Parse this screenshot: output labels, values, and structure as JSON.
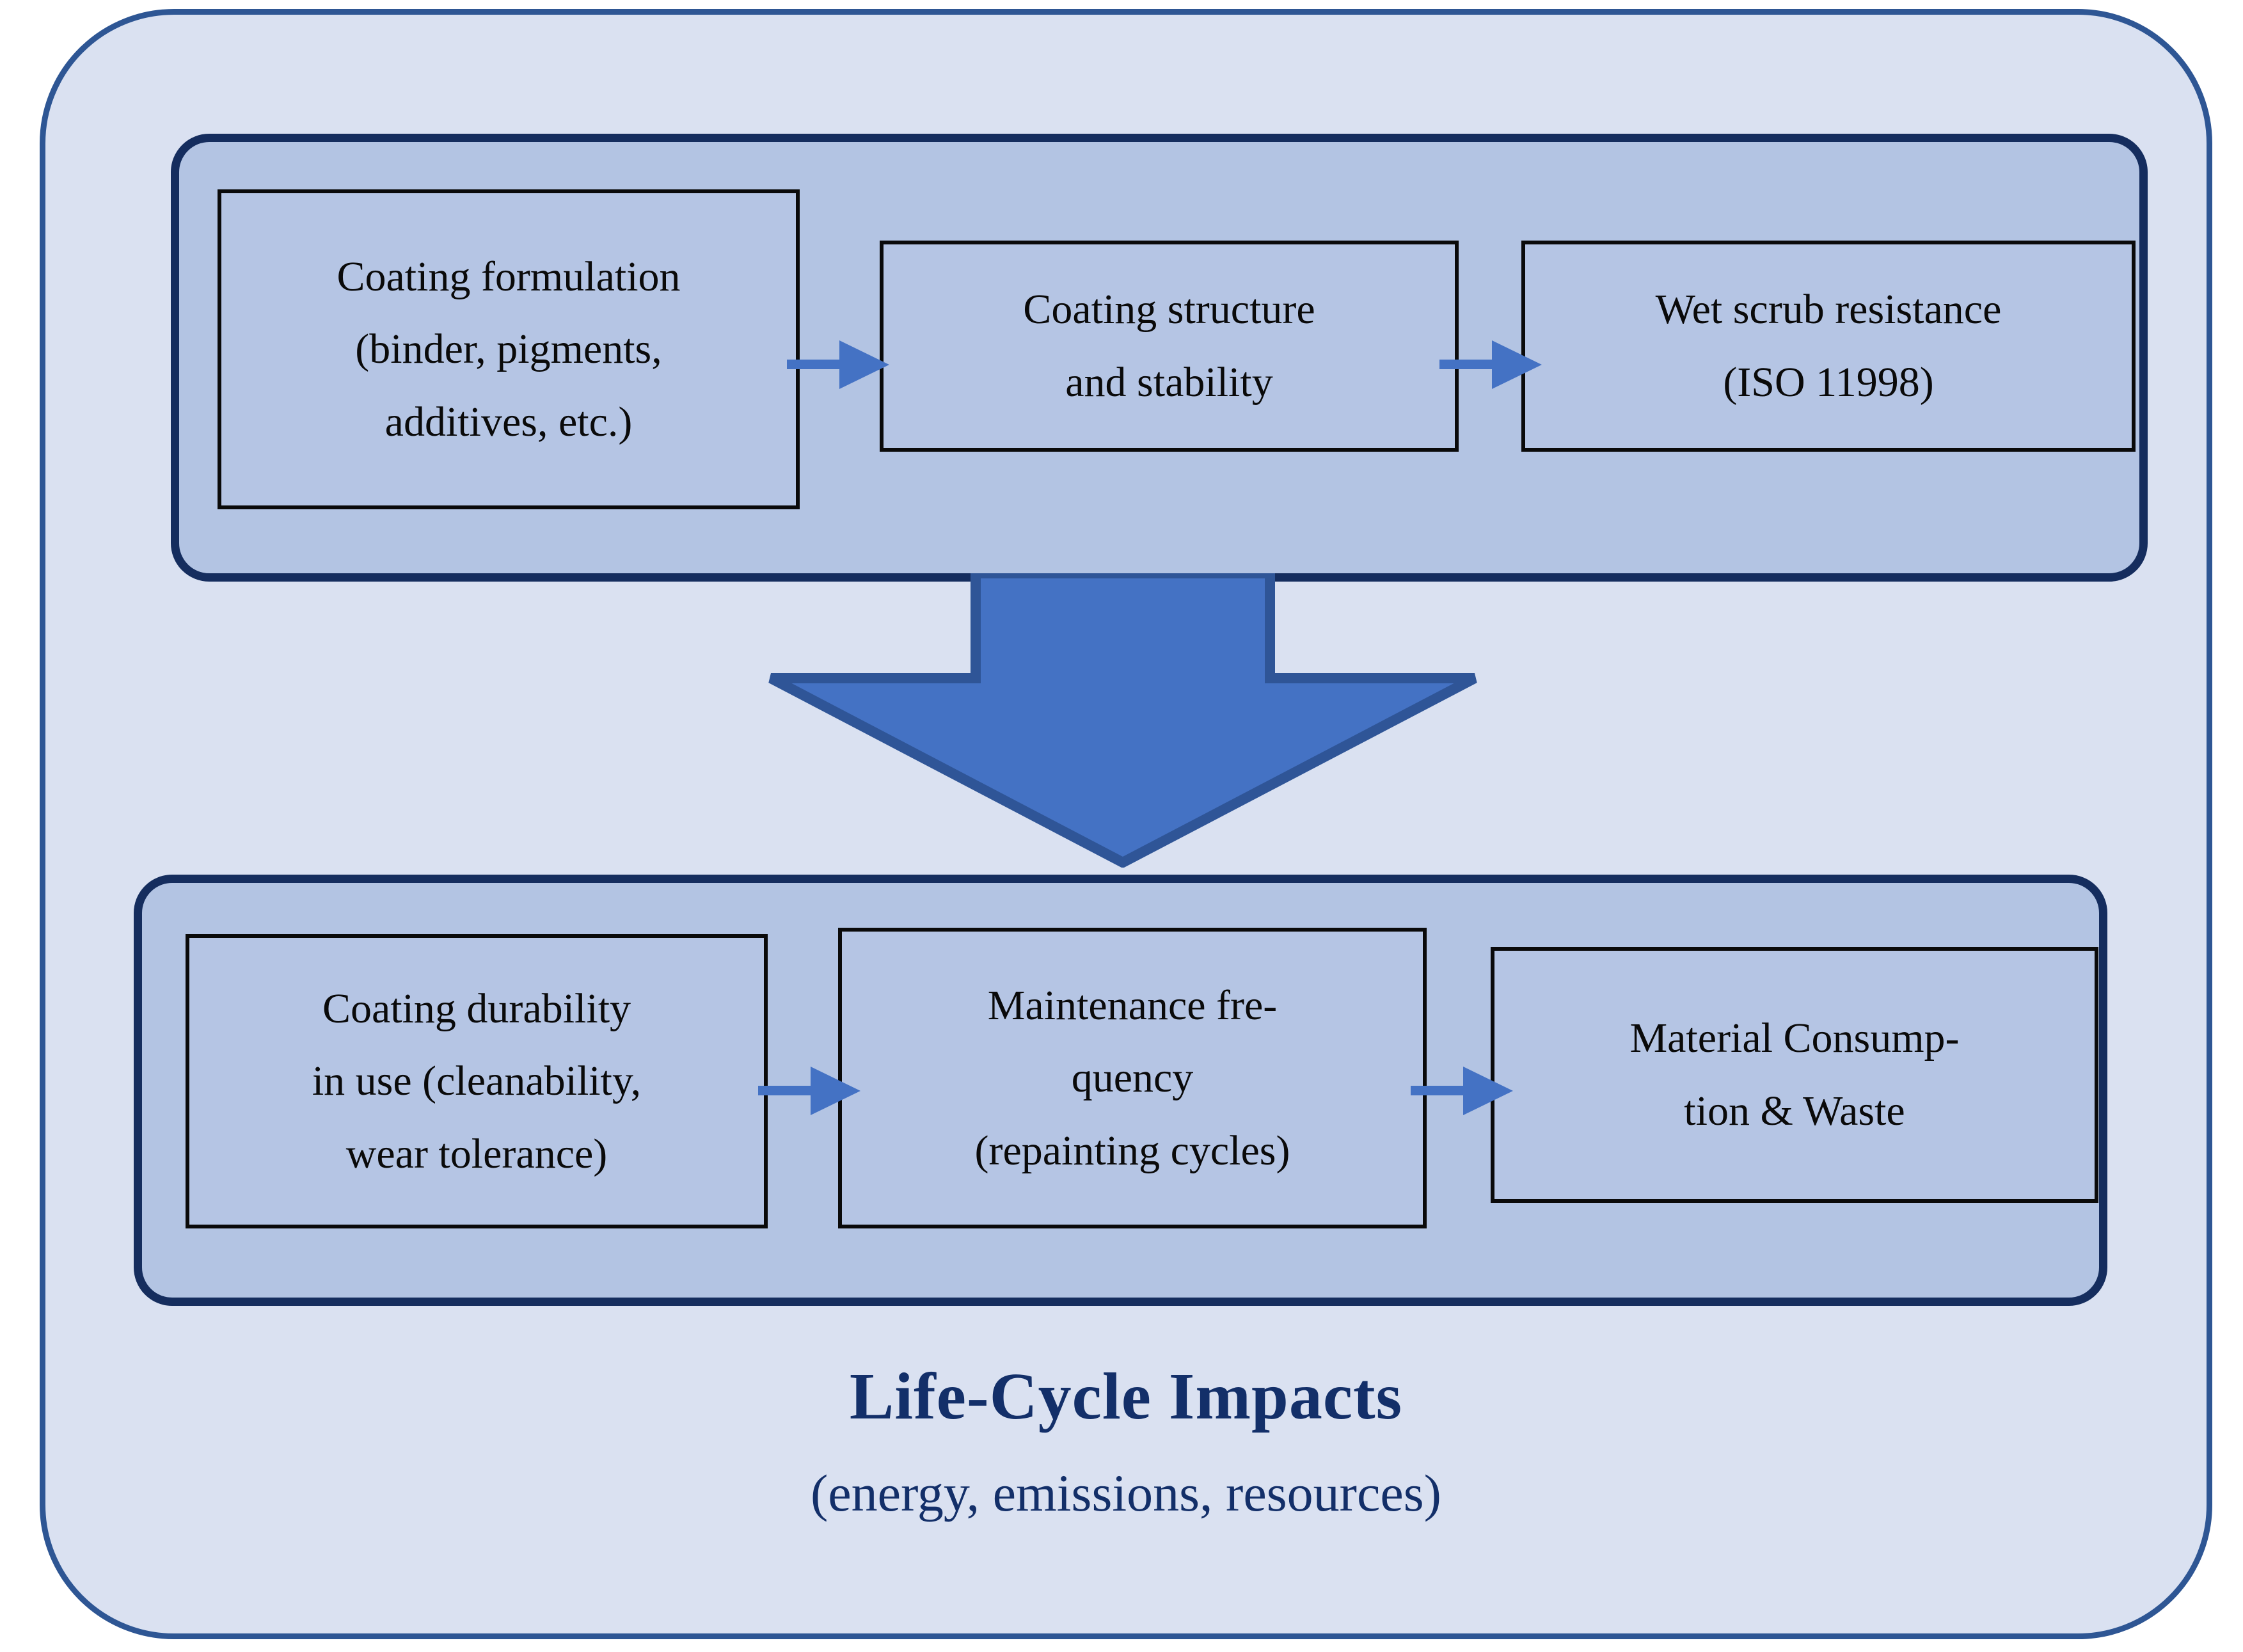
{
  "diagram": {
    "title": "Life-Cycle Impacts",
    "subtitle": "(energy, emissions, resources)",
    "colors": {
      "outer_fill": "#dae1f1",
      "outer_border": "#2e5694",
      "group_fill": "#b3c4e3",
      "group_border": "#152d5e",
      "box_fill": "#b5c5e4",
      "box_border": "#0a0a0a",
      "arrow_fill": "#4472c4",
      "arrow_stroke": "#2f5597",
      "caption_text": "#132f69"
    },
    "top_group": {
      "name": "coating-performance-chain",
      "boxes": [
        {
          "id": "coating-formulation",
          "lines": [
            "Coating formulation",
            "(binder, pigments,",
            "additives, etc.)"
          ]
        },
        {
          "id": "coating-structure",
          "lines": [
            "Coating structure",
            "and stability"
          ]
        },
        {
          "id": "wet-scrub-resistance",
          "lines": [
            "Wet scrub resistance",
            "(ISO 11998)"
          ]
        }
      ],
      "connectors": [
        {
          "id": "arrow-formulation-to-structure",
          "direction": "right"
        },
        {
          "id": "arrow-structure-to-scrub",
          "direction": "right"
        }
      ]
    },
    "transition_arrow": {
      "id": "down-arrow",
      "direction": "down"
    },
    "bottom_group": {
      "name": "in-use-impact-chain",
      "boxes": [
        {
          "id": "coating-durability",
          "lines": [
            "Coating durability",
            "in use (cleanability,",
            "wear tolerance)"
          ]
        },
        {
          "id": "maintenance-frequency",
          "lines": [
            "Maintenance fre-",
            "quency",
            "(repainting cycles)"
          ]
        },
        {
          "id": "material-consumption-waste",
          "lines": [
            "Material Consump-",
            "tion & Waste"
          ]
        }
      ],
      "connectors": [
        {
          "id": "arrow-durability-to-maintenance",
          "direction": "right"
        },
        {
          "id": "arrow-maintenance-to-material",
          "direction": "right"
        }
      ]
    }
  }
}
